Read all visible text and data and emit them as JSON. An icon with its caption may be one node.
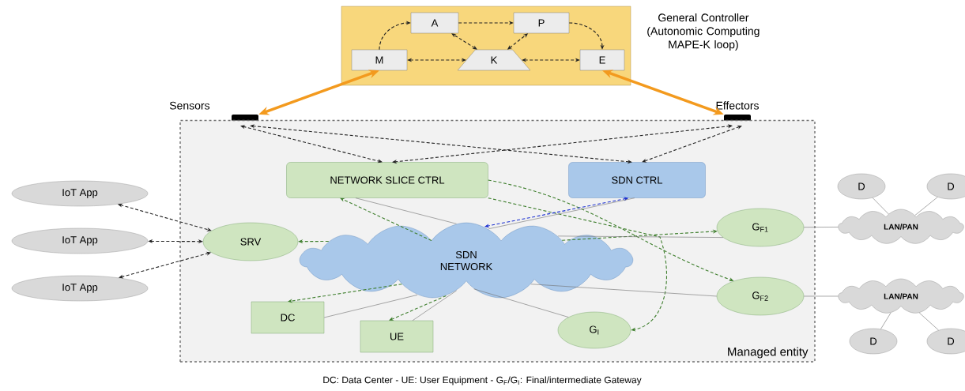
{
  "diagram": {
    "caption": "DC: Data Center - UE: User Equipment - G$_{F}$/G$_{I}$: Final/intermediate Gateway",
    "nodes": [
      {
        "text": [
          "General Controller (Autonomic Computing MAPE-K loop)"
        ]
      },
      {
        "text": [
          "A"
        ],
        "in": 0
      },
      {
        "text": [
          "P"
        ],
        "in": 0
      },
      {
        "text": [
          "M"
        ],
        "in": 0
      },
      {
        "text": [
          "K"
        ],
        "in": 0
      },
      {
        "text": [
          "E"
        ],
        "in": 0
      },
      {
        "text": [
          "Sensors"
        ]
      },
      {
        "text": [
          "Effectors"
        ]
      },
      {
        "text": [
          "Managed entity"
        ]
      },
      {
        "text": [
          "NETWORK SLICE CTRL"
        ],
        "in": 8
      },
      {
        "text": [
          "SDN CTRL"
        ],
        "in": 8
      },
      {
        "text": [
          "IoT App"
        ]
      },
      {
        "text": [
          "IoT App"
        ]
      },
      {
        "text": [
          "IoT App"
        ]
      },
      {
        "text": [
          "SRV"
        ],
        "in": 8
      },
      {
        "text": [
          "SDN NETWORK"
        ],
        "in": 8
      },
      {
        "text": [
          "G$_{F1}$"
        ],
        "in": 8
      },
      {
        "text": [
          "G$_{F2}$"
        ],
        "in": 8
      },
      {
        "text": [
          "DC"
        ],
        "in": 8
      },
      {
        "text": [
          "UE"
        ],
        "in": 8
      },
      {
        "text": [
          "G$_{I}$"
        ],
        "in": 8
      },
      {
        "text": [
          "LAN/PAN"
        ]
      },
      {
        "text": [
          "LAN/PAN"
        ]
      },
      {
        "text": [
          "D"
        ]
      },
      {
        "text": [
          "D"
        ]
      },
      {
        "text": [
          "D"
        ]
      },
      {
        "text": [
          "D"
        ]
      }
    ],
    "edges": [
      {
        "from": 3,
        "to": 1,
        "arrow": "to",
        "style": "dashed",
        "color": "#222222"
      },
      {
        "from": 1,
        "to": 2,
        "arrow": "to",
        "style": "dashed",
        "color": "#222222"
      },
      {
        "from": 2,
        "to": 5,
        "arrow": "to",
        "style": "dashed",
        "color": "#222222"
      },
      {
        "from": 4,
        "to": 1,
        "arrow": "both",
        "style": "dashed",
        "color": "#222222"
      },
      {
        "from": 4,
        "to": 2,
        "arrow": "both",
        "style": "dashed",
        "color": "#222222"
      },
      {
        "from": 3,
        "to": 4,
        "arrow": "both",
        "style": "dashed",
        "color": "#222222"
      },
      {
        "from": 4,
        "to": 5,
        "arrow": "both",
        "style": "dashed",
        "color": "#222222"
      },
      {
        "from": 3,
        "to": 6,
        "arrow": "both",
        "style": "thick",
        "color": "#f39a1e"
      },
      {
        "from": 5,
        "to": 7,
        "arrow": "both",
        "style": "thick",
        "color": "#f39a1e"
      },
      {
        "from": 6,
        "to": 9,
        "arrow": "both",
        "style": "dashed",
        "color": "#222222"
      },
      {
        "from": 6,
        "to": 10,
        "arrow": "both",
        "style": "dashed",
        "color": "#222222"
      },
      {
        "from": 7,
        "to": 9,
        "arrow": "both",
        "style": "dashed",
        "color": "#222222"
      },
      {
        "from": 7,
        "to": 10,
        "arrow": "both",
        "style": "dashed",
        "color": "#222222"
      },
      {
        "from": 11,
        "to": 14,
        "arrow": "both",
        "style": "dashed",
        "color": "#222222"
      },
      {
        "from": 12,
        "to": 14,
        "arrow": "both",
        "style": "dashed",
        "color": "#222222"
      },
      {
        "from": 13,
        "to": 14,
        "arrow": "both",
        "style": "dashed",
        "color": "#222222"
      },
      {
        "from": 15,
        "to": 14,
        "arrow": "to",
        "style": "dashed",
        "color": "#3f7f2e"
      },
      {
        "from": 15,
        "to": 9,
        "arrow": "to",
        "style": "dashed",
        "color": "#3f7f2e"
      },
      {
        "from": 15,
        "to": 18,
        "arrow": "to",
        "style": "dashed",
        "color": "#3f7f2e"
      },
      {
        "from": 15,
        "to": 19,
        "arrow": "to",
        "style": "dashed",
        "color": "#3f7f2e"
      },
      {
        "from": 15,
        "to": 16,
        "arrow": "to",
        "style": "dashed",
        "color": "#3f7f2e"
      },
      {
        "from": 9,
        "to": 20,
        "arrow": "to",
        "style": "dashed",
        "color": "#3f7f2e"
      },
      {
        "from": 9,
        "to": 17,
        "arrow": "to",
        "style": "dashed",
        "color": "#3f7f2e"
      },
      {
        "from": 10,
        "to": 15,
        "arrow": "both",
        "style": "dashed",
        "color": "#1a2fd0"
      },
      {
        "from": 9,
        "to": 15,
        "arrow": "none"
      },
      {
        "from": 10,
        "to": 15,
        "arrow": "none"
      },
      {
        "from": 18,
        "to": 15,
        "arrow": "none"
      },
      {
        "from": 19,
        "to": 15,
        "arrow": "none"
      },
      {
        "from": 20,
        "to": 15,
        "arrow": "none"
      },
      {
        "from": 16,
        "to": 15,
        "arrow": "none"
      },
      {
        "from": 17,
        "to": 15,
        "arrow": "none"
      },
      {
        "from": 16,
        "to": 21,
        "arrow": "none"
      },
      {
        "from": 17,
        "to": 22,
        "arrow": "none"
      },
      {
        "from": 23,
        "to": 21,
        "arrow": "none"
      },
      {
        "from": 24,
        "to": 21,
        "arrow": "none"
      },
      {
        "from": 25,
        "to": 22,
        "arrow": "none"
      },
      {
        "from": 26,
        "to": 22,
        "arrow": "none"
      }
    ]
  }
}
